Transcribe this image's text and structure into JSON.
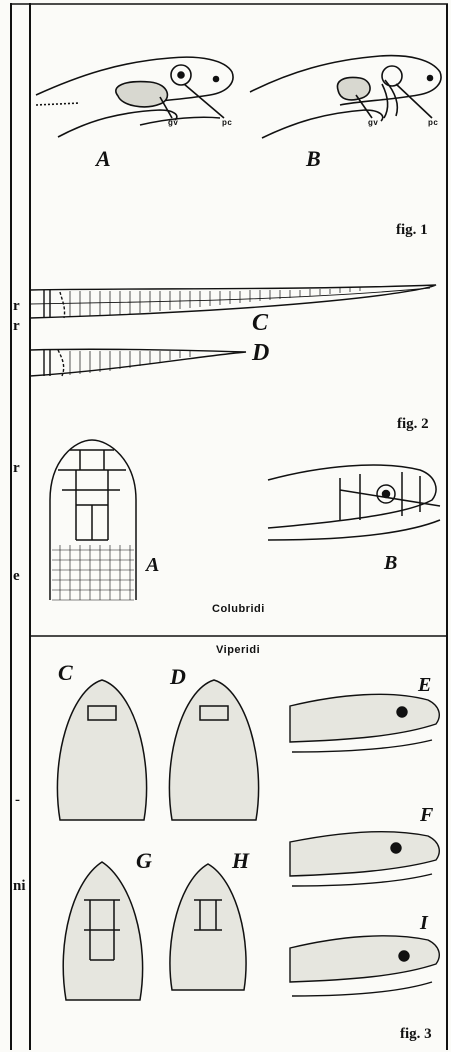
{
  "fig1": {
    "label_a": "A",
    "label_b": "B",
    "label_gv_a": "gv",
    "label_pc_a": "pc",
    "label_gv_b": "gv",
    "label_pc_b": "pc",
    "caption": "fig. 1"
  },
  "fig2": {
    "label_c": "C",
    "label_d": "D",
    "caption": "fig. 2"
  },
  "colubridi": {
    "label_a": "A",
    "label_b": "B",
    "group_label": "Colubridi"
  },
  "fig3": {
    "group_label": "Viperidi",
    "label_c": "C",
    "label_d": "D",
    "label_e": "E",
    "label_f": "F",
    "label_g": "G",
    "label_h": "H",
    "label_i": "I",
    "caption": "fig. 3"
  },
  "margin_text": [
    {
      "key": "m1",
      "text": "r"
    },
    {
      "key": "m2",
      "text": "r"
    },
    {
      "key": "m3",
      "text": "r"
    },
    {
      "key": "m4",
      "text": "e"
    },
    {
      "key": "m5",
      "text": "-"
    },
    {
      "key": "m6",
      "text": "ni"
    }
  ]
}
